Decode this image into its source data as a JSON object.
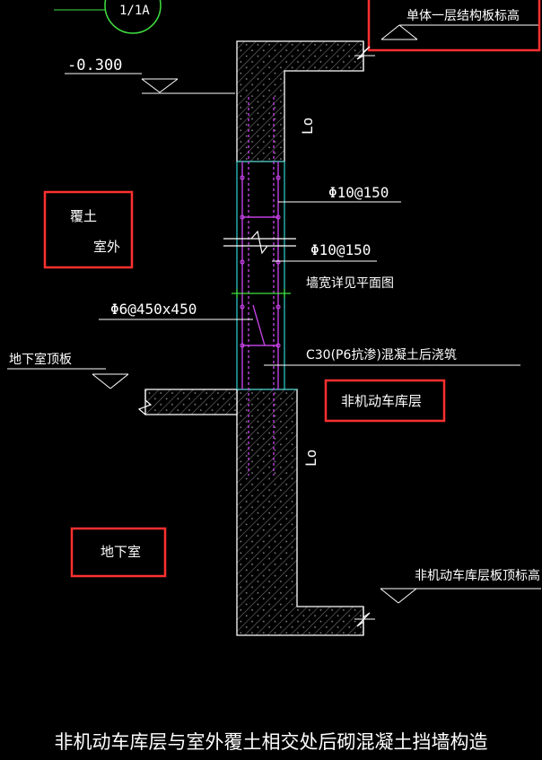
{
  "colors": {
    "background": "#000000",
    "line": "#ffffff",
    "concrete_outline": "#ffffff",
    "hatch": "#6f6f6f",
    "rebar": "#c040e0",
    "guide": "#30d0d0",
    "marker": "#40e040",
    "highlight": "#ff3030",
    "axis_circle": "#40e040"
  },
  "labels": {
    "axis_bubble": "1/1A",
    "top_level": "单体一层结构板标高",
    "elev_neg": "-0.300",
    "lo_upper": "Lo",
    "lo_lower": "Lo",
    "rebar_1": "Φ10@150",
    "rebar_2": "Φ10@150",
    "wall_note": "墙宽详见平面图",
    "tie": "Φ6@450x450",
    "concrete": "C30(P6抗渗)混凝土后浇筑",
    "soil_line1": "覆土",
    "soil_line2": "室外",
    "basement_roof": "地下室顶板",
    "garage": "非机动车库层",
    "basement": "地下室",
    "garage_roof": "非机动车库层板顶标高",
    "title": "非机动车库层与室外覆土相交处后砌混凝土挡墙构造"
  }
}
